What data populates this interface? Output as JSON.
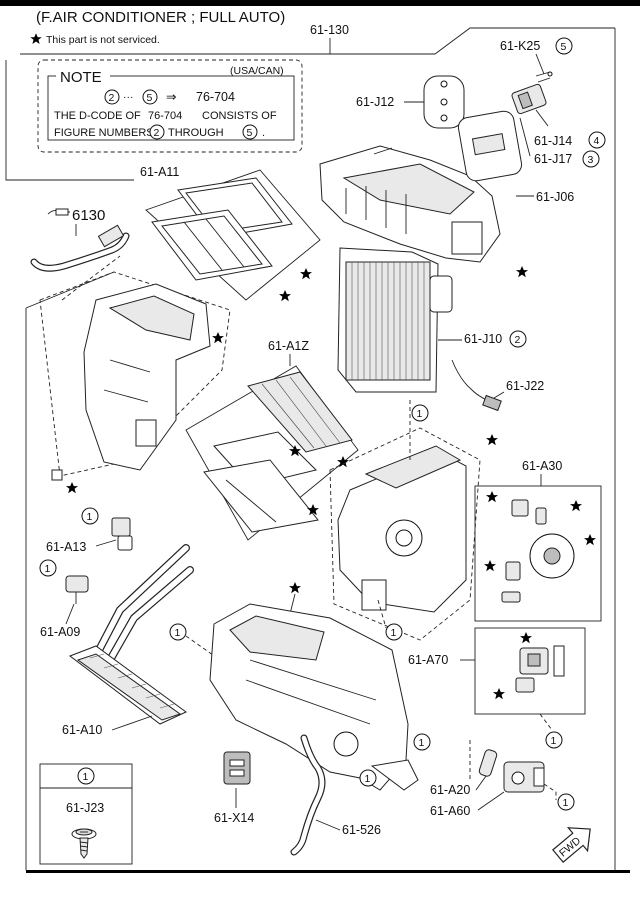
{
  "header": {
    "title": "(F.AIR CONDITIONER ; FULL AUTO)",
    "service_note": "This part is not serviced."
  },
  "note": {
    "label": "NOTE",
    "region": "(USA/CAN)",
    "range_start": "2",
    "range_dots": "···",
    "range_end": "5",
    "arrow": "⇒",
    "code": "76-704",
    "line1_prefix": "THE D-CODE OF",
    "line1_code": "76-704",
    "line1_suffix": "CONSISTS OF",
    "line2_prefix": "FIGURE NUMBERS",
    "line2_num1": "2",
    "line2_mid": "THROUGH",
    "line2_num2": "5",
    "line2_end": "."
  },
  "labels": {
    "p61_130": "61-130",
    "p6130": "6130",
    "pA11": "61-A11",
    "pJ12": "61-J12",
    "pK25": "61-K25",
    "pK25_num": "5",
    "pJ14": "61-J14",
    "pJ14_num": "4",
    "pJ17": "61-J17",
    "pJ17_num": "3",
    "pJ06": "61-J06",
    "pJ10": "61-J10",
    "pJ10_num": "2",
    "pJ22": "61-J22",
    "pA1Z": "61-A1Z",
    "pA30": "61-A30",
    "pA13": "61-A13",
    "pA09": "61-A09",
    "pA10": "61-A10",
    "pA70": "61-A70",
    "pA20": "61-A20",
    "pA60": "61-A60",
    "pX14": "61-X14",
    "p526": "61-526",
    "pJ23": "61-J23",
    "ref1": "1",
    "fwd": "FWD"
  },
  "icons": {
    "star": "star-icon",
    "screw": "screw-icon",
    "fwd_arrow": "fwd-arrow-icon",
    "tube_ref": "tube-reference-icon"
  },
  "colors": {
    "line": "#222222",
    "bar": "#000000",
    "fill_light": "#e9e9e9",
    "fill_dark": "#bdbdbd"
  }
}
